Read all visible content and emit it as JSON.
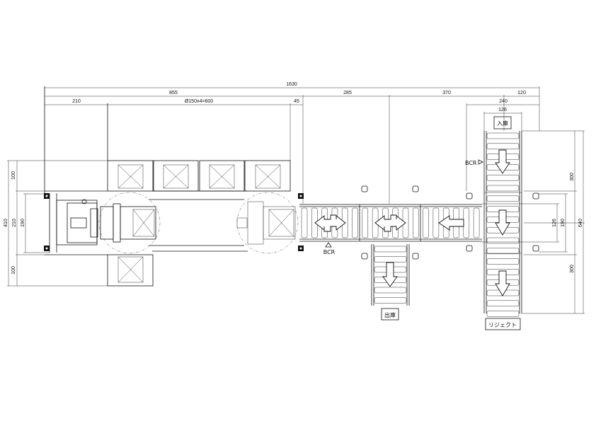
{
  "dimensions": {
    "top": {
      "total": "1630",
      "left_span": "855",
      "left_offset": "210",
      "rollers": "Ø150x4=600",
      "gap": "45",
      "mid": "285",
      "right_mid": "370",
      "right_end": "120",
      "infeed_frame": "240",
      "infeed_width": "126"
    },
    "left": {
      "top": "100",
      "total": "410",
      "band": "210",
      "inner": "190",
      "bottom": "100"
    },
    "right": {
      "upper": "300",
      "inner_small": "126",
      "inner": "190",
      "total": "640",
      "lower": "300"
    }
  },
  "labels": {
    "infeed": "入庫",
    "outfeed": "出庫",
    "reject": "リジェクト",
    "bcr_top": "BCR",
    "bcr_bottom": "BCR"
  }
}
